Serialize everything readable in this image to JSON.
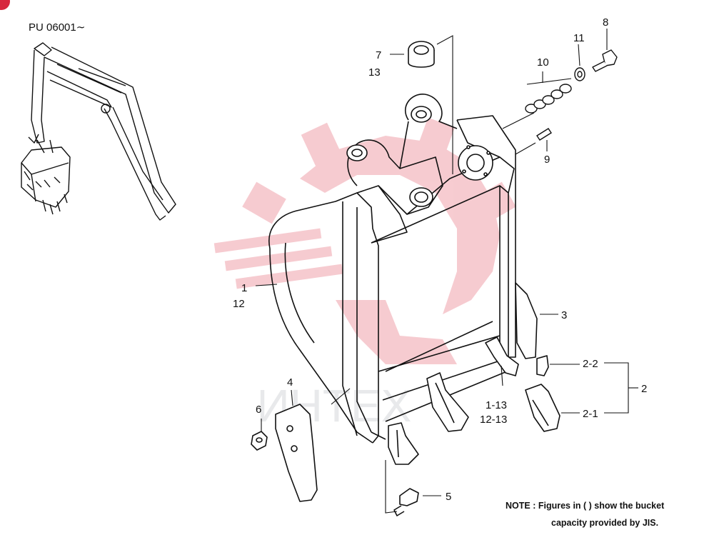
{
  "header": {
    "series_label": "PU 06001∼"
  },
  "watermark": {
    "text": "ИНТЕХ",
    "color": "#e1485a"
  },
  "callouts": {
    "c1": "1",
    "c12": "12",
    "c2": "2",
    "c2_1": "2-1",
    "c2_2": "2-2",
    "c3": "3",
    "c4": "4",
    "c5": "5",
    "c6": "6",
    "c7": "7",
    "c13": "13",
    "c8": "8",
    "c9": "9",
    "c10": "10",
    "c11": "11",
    "c1_13": "1-13",
    "c12_13": "12-13"
  },
  "note": {
    "line1": "NOTE : Figures in ( ) show the bucket",
    "line2": "capacity provided by JIS."
  },
  "colors": {
    "line": "#111111",
    "watermark": "#e1485a",
    "badge": "#d7263d"
  }
}
